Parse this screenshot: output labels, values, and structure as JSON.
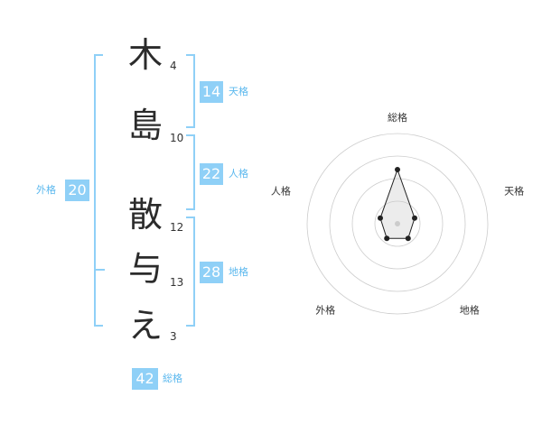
{
  "name": {
    "characters": [
      {
        "char": "木",
        "strokes": "4"
      },
      {
        "char": "島",
        "strokes": "10"
      },
      {
        "char": "散",
        "strokes": "12"
      },
      {
        "char": "与",
        "strokes": "13"
      },
      {
        "char": "え",
        "strokes": "3"
      }
    ]
  },
  "fortune": {
    "tenkaku": {
      "value": "14",
      "label": "天格"
    },
    "jinkaku": {
      "value": "22",
      "label": "人格"
    },
    "chikaku": {
      "value": "28",
      "label": "地格"
    },
    "gaikaku": {
      "value": "20",
      "label": "外格"
    },
    "soukaku": {
      "value": "42",
      "label": "総格"
    }
  },
  "radar": {
    "axes": [
      "総格",
      "天格",
      "地格",
      "外格",
      "人格"
    ],
    "levels": 4,
    "values": [
      3,
      1,
      1,
      1,
      1
    ],
    "max": 5
  }
}
